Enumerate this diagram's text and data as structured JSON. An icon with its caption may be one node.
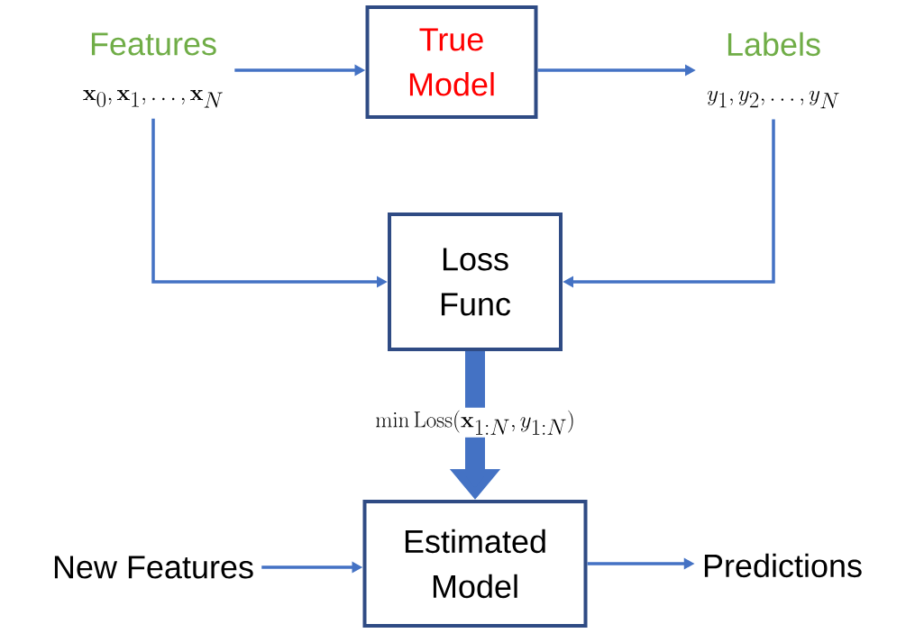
{
  "diagram": {
    "nodes": [
      {
        "text": [
          "Features",
          "\\mathbf{x}_0, \\mathbf{x}_1, \\ldots, \\mathbf{x}_N"
        ]
      },
      {
        "text": [
          "True Model"
        ]
      },
      {
        "text": [
          "Labels",
          "y_1, y_2, \\ldots, y_N"
        ]
      },
      {
        "text": [
          "Loss Func"
        ]
      },
      {
        "text": [
          "Estimated Model"
        ]
      },
      {
        "text": [
          "New Features"
        ]
      },
      {
        "text": [
          "Predictions"
        ]
      }
    ],
    "edges": [
      {
        "from": 0,
        "to": 1,
        "arrow": "to"
      },
      {
        "from": 1,
        "to": 2,
        "arrow": "to"
      },
      {
        "from": 0,
        "to": 3,
        "arrow": "to"
      },
      {
        "from": 2,
        "to": 3,
        "arrow": "to"
      },
      {
        "from": 3,
        "to": 4,
        "arrow": "to",
        "style": "thick",
        "label": "\\min \\mathrm{Loss}(\\mathbf{x}_{1:N}, y_{1:N})"
      },
      {
        "from": 5,
        "to": 4,
        "arrow": "to"
      },
      {
        "from": 4,
        "to": 6,
        "arrow": "to"
      }
    ]
  }
}
